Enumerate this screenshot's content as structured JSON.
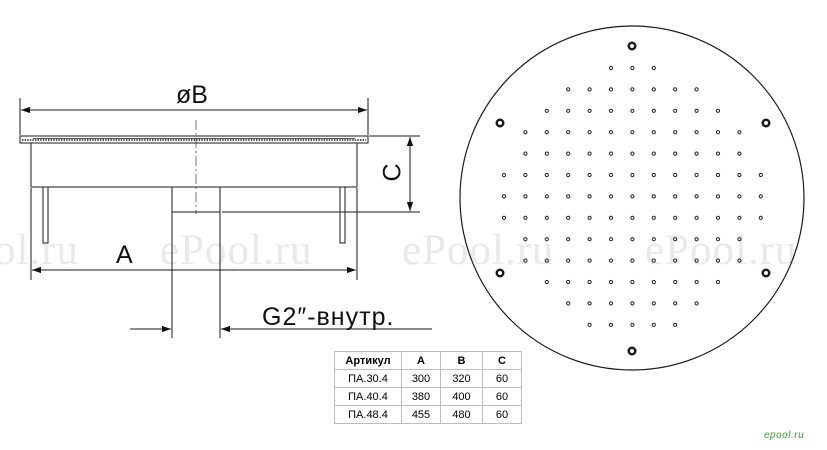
{
  "watermarks": [
    "ol.ru",
    "ePool.ru",
    "ePool.ru",
    "ePool.ru"
  ],
  "dimensions": {
    "diameter": "øB",
    "height": "C",
    "width": "A",
    "connection": "G2″-внутр."
  },
  "table": {
    "headers": [
      "Артикул",
      "A",
      "B",
      "C"
    ],
    "rows": [
      [
        "ПА.30.4",
        "300",
        "320",
        "60"
      ],
      [
        "ПА.40.4",
        "380",
        "400",
        "60"
      ],
      [
        "ПА.48.4",
        "455",
        "480",
        "60"
      ]
    ]
  },
  "site_logo": "epool.ru",
  "colors": {
    "line": "#1a1a1a",
    "watermark": "#e9e9e9",
    "logo": "#3a9a3a"
  }
}
